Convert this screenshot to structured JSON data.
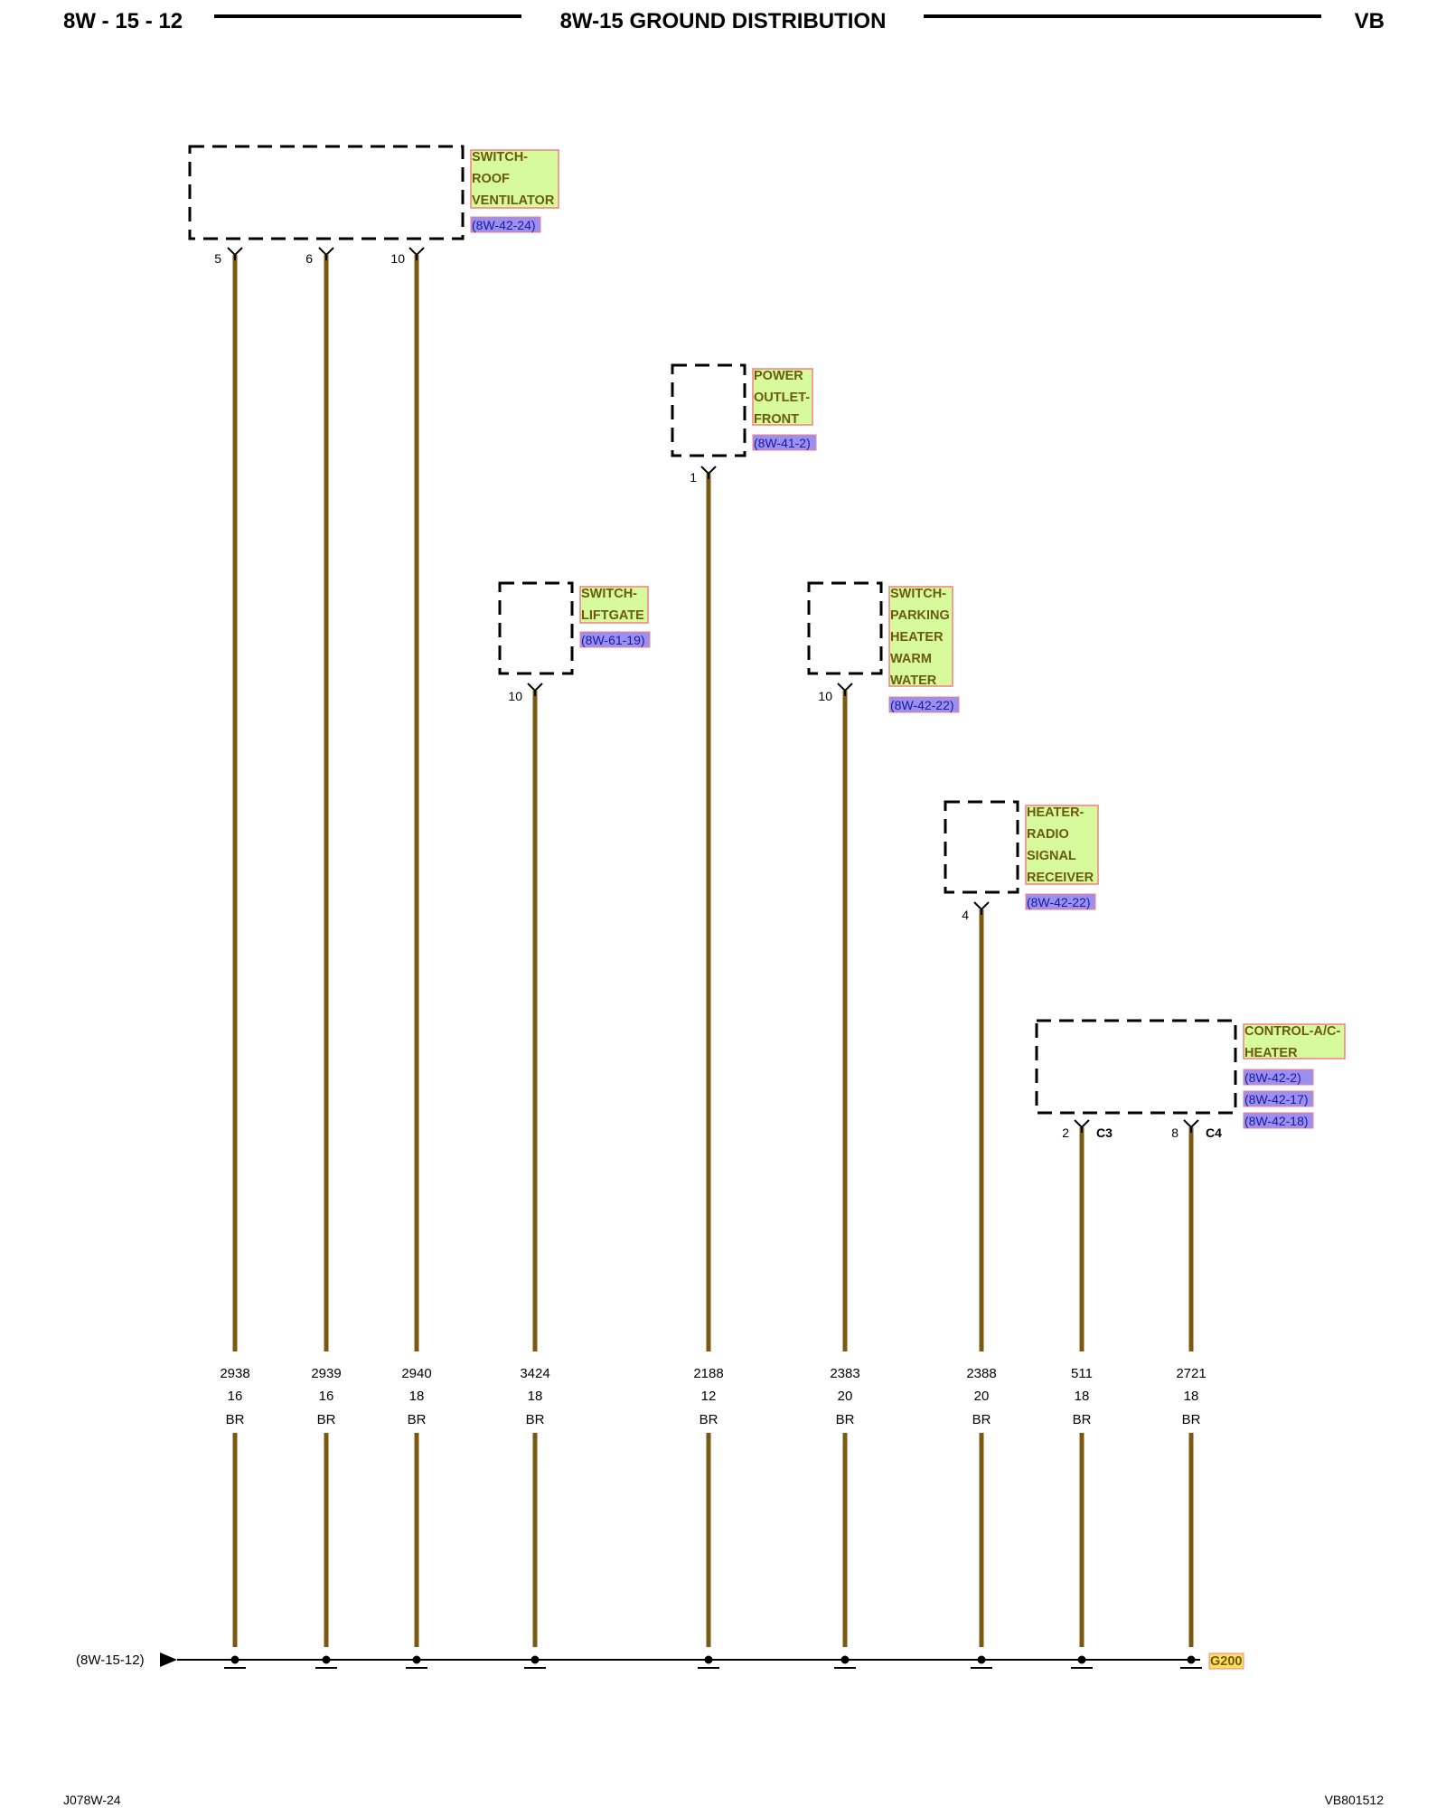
{
  "header": {
    "page_number": "8W - 15 - 12",
    "title": "8W-15 GROUND DISTRIBUTION",
    "code": "VB"
  },
  "components": {
    "roof_ventilator": {
      "lines": [
        "SWITCH-",
        "ROOF",
        "VENTILATOR"
      ],
      "refs": [
        "(8W-42-24)"
      ]
    },
    "power_outlet": {
      "lines": [
        "POWER",
        "OUTLET-",
        "FRONT"
      ],
      "refs": [
        "(8W-41-2)"
      ]
    },
    "liftgate": {
      "lines": [
        "SWITCH-",
        "LIFTGATE"
      ],
      "refs": [
        "(8W-61-19)"
      ]
    },
    "parking_heater": {
      "lines": [
        "SWITCH-",
        "PARKING",
        "HEATER",
        "WARM",
        "WATER"
      ],
      "refs": [
        "(8W-42-22)"
      ]
    },
    "radio_receiver": {
      "lines": [
        "HEATER-",
        "RADIO",
        "SIGNAL",
        "RECEIVER"
      ],
      "refs": [
        "(8W-42-22)"
      ]
    },
    "ac_heater": {
      "lines": [
        "CONTROL-A/C-",
        "HEATER"
      ],
      "refs": [
        "(8W-42-2)",
        "(8W-42-17)",
        "(8W-42-18)"
      ]
    }
  },
  "wires": [
    {
      "pin": "5",
      "connector": "",
      "circuit": "2938",
      "gauge": "16",
      "color": "BR"
    },
    {
      "pin": "6",
      "connector": "",
      "circuit": "2939",
      "gauge": "16",
      "color": "BR"
    },
    {
      "pin": "10",
      "connector": "",
      "circuit": "2940",
      "gauge": "18",
      "color": "BR"
    },
    {
      "pin": "10",
      "connector": "",
      "circuit": "3424",
      "gauge": "18",
      "color": "BR"
    },
    {
      "pin": "1",
      "connector": "",
      "circuit": "2188",
      "gauge": "12",
      "color": "BR"
    },
    {
      "pin": "10",
      "connector": "",
      "circuit": "2383",
      "gauge": "20",
      "color": "BR"
    },
    {
      "pin": "4",
      "connector": "",
      "circuit": "2388",
      "gauge": "20",
      "color": "BR"
    },
    {
      "pin": "2",
      "connector": "C3",
      "circuit": "511",
      "gauge": "18",
      "color": "BR"
    },
    {
      "pin": "8",
      "connector": "C4",
      "circuit": "2721",
      "gauge": "18",
      "color": "BR"
    }
  ],
  "ground": {
    "from_ref": "(8W-15-12)",
    "label": "G200"
  },
  "footer": {
    "left": "J078W-24",
    "right": "VB801512"
  },
  "colors": {
    "wire": "#7a5a12",
    "label_fill": "#d7fb9c",
    "label_border": "#f08080",
    "ref_fill": "#9b8ff0",
    "ground_label_fill": "#ffe060"
  }
}
